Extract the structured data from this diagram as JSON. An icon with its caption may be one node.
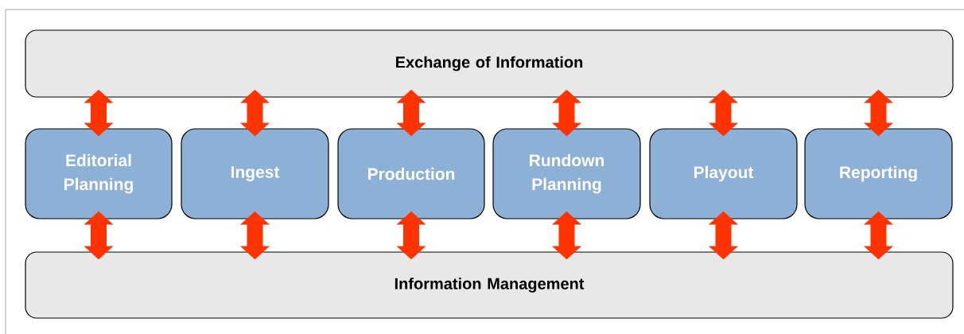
{
  "diagram": {
    "nodes": [
      {
        "text": [
          "Exchange of Information"
        ]
      },
      {
        "text": [
          "Editorial Planning"
        ]
      },
      {
        "text": [
          "Ingest"
        ]
      },
      {
        "text": [
          "Production"
        ]
      },
      {
        "text": [
          "Rundown Planning"
        ]
      },
      {
        "text": [
          "Playout"
        ]
      },
      {
        "text": [
          "Reporting"
        ]
      },
      {
        "text": [
          "Information Management"
        ]
      }
    ],
    "edges": [
      {
        "from": 1,
        "to": 0,
        "arrow": "both"
      },
      {
        "from": 2,
        "to": 0,
        "arrow": "both"
      },
      {
        "from": 3,
        "to": 0,
        "arrow": "both"
      },
      {
        "from": 4,
        "to": 0,
        "arrow": "both"
      },
      {
        "from": 5,
        "to": 0,
        "arrow": "both"
      },
      {
        "from": 6,
        "to": 0,
        "arrow": "both"
      },
      {
        "from": 1,
        "to": 7,
        "arrow": "both"
      },
      {
        "from": 2,
        "to": 7,
        "arrow": "both"
      },
      {
        "from": 3,
        "to": 7,
        "arrow": "both"
      },
      {
        "from": 4,
        "to": 7,
        "arrow": "both"
      },
      {
        "from": 5,
        "to": 7,
        "arrow": "both"
      },
      {
        "from": 6,
        "to": 7,
        "arrow": "both"
      }
    ]
  }
}
